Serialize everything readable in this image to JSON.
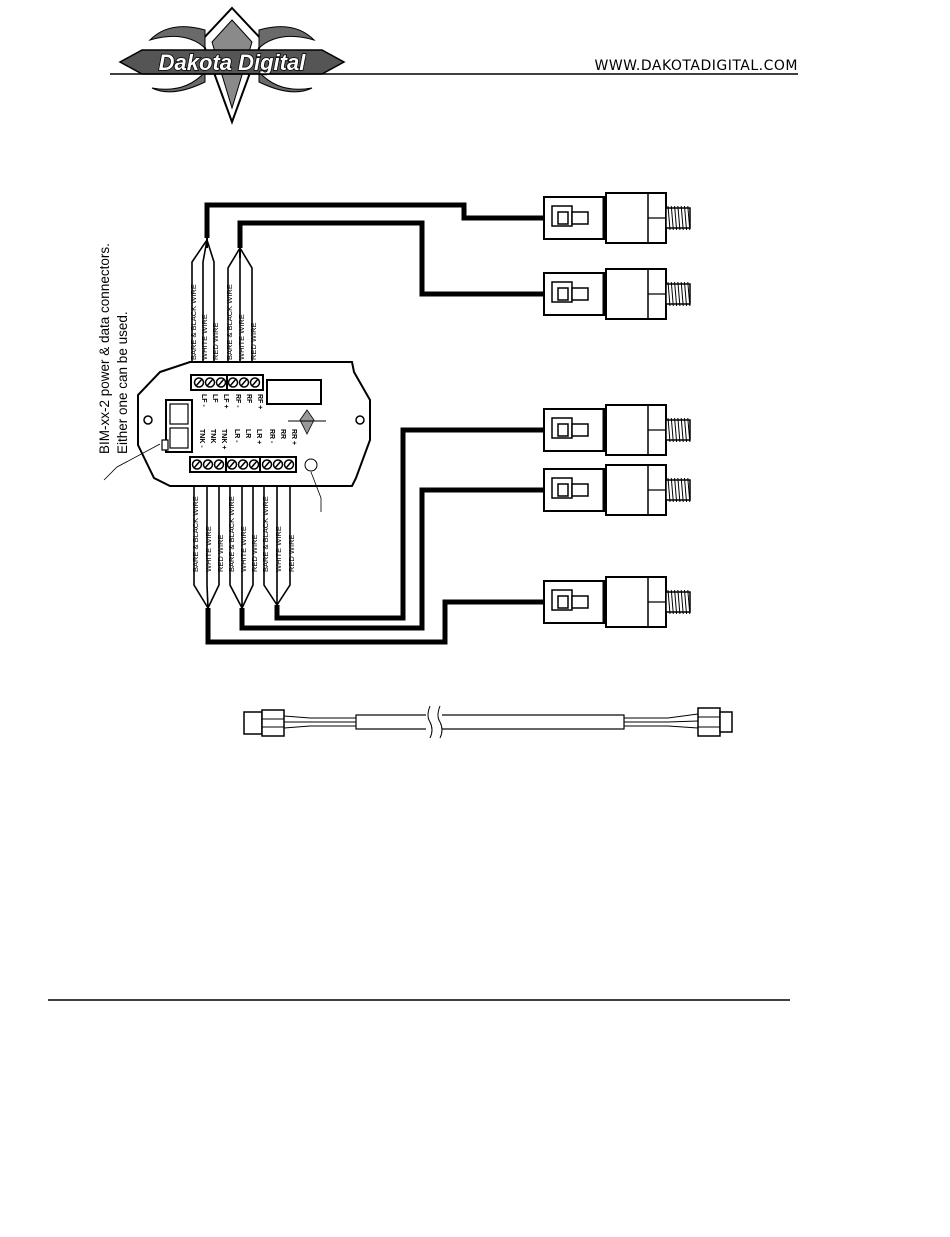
{
  "header": {
    "brand": "Dakota Digital",
    "url": "WWW.DAKOTADIGITAL.COM"
  },
  "note": {
    "line1": "BIM-xx-2 power & data connectors.",
    "line2": "Either one can be used."
  },
  "terminals": {
    "top": [
      "LF -",
      "LF",
      "LF +",
      "RF -",
      "RF",
      "RF +"
    ],
    "bottom": [
      "TNK -",
      "TNK",
      "TNK +",
      "LR -",
      "LR",
      "LR +",
      "RR -",
      "RR",
      "RR +"
    ]
  },
  "wire_labels": {
    "bare": "BARE & BLACK WIRE",
    "white": "WHITE WIRE",
    "red": "RED WIRE"
  }
}
